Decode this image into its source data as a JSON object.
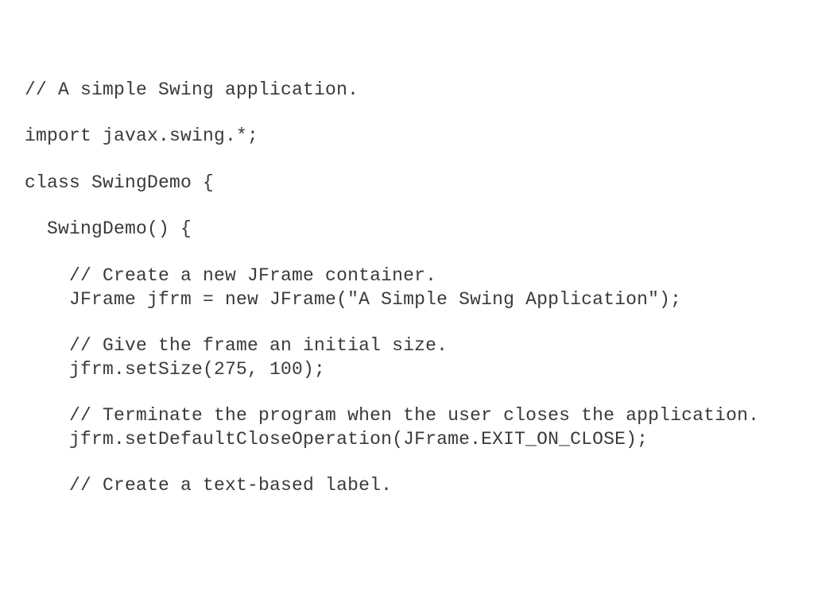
{
  "code": {
    "lines": [
      "// A simple Swing application.",
      "import javax.swing.*;",
      "class SwingDemo {",
      "  SwingDemo() {",
      "    // Create a new JFrame container.",
      "    JFrame jfrm = new JFrame(\"A Simple Swing Application\");",
      "    // Give the frame an initial size.",
      "    jfrm.setSize(275, 100);",
      "    // Terminate the program when the user closes the application.",
      "    jfrm.setDefaultCloseOperation(JFrame.EXIT_ON_CLOSE);",
      "    // Create a text-based label."
    ]
  }
}
